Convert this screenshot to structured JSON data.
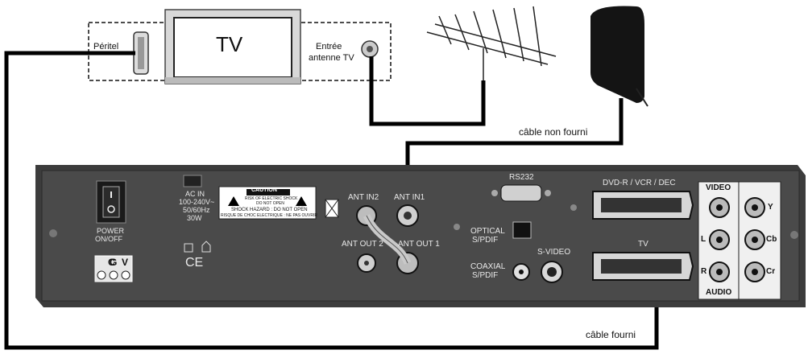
{
  "tv": {
    "label": "TV",
    "peritel": "Péritel",
    "antenna_input_line1": "Entrée",
    "antenna_input_line2": "antenne TV"
  },
  "cables": {
    "not_supplied": "câble non fourni",
    "supplied": "câble fourni"
  },
  "receiver": {
    "power_line1": "POWER",
    "power_line2": "ON/OFF",
    "ac_in_line1": "AC IN",
    "ac_in_line2": "100-240V~",
    "ac_in_line3": "50/60Hz",
    "ac_in_line4": "30W",
    "caution_title": "CAUTION",
    "caution_line1": "RISK OF ELECTRIC SHOCK",
    "caution_line2": "DO NOT OPEN",
    "shock_line1": "SHOCK HAZARD : DO NOT OPEN",
    "shock_line2": "RISQUE DE CHOC ELECTRIQUE : NE PAS OUVRIR",
    "ant_in2": "ANT IN2",
    "ant_in1": "ANT IN1",
    "ant_out2": "ANT OUT 2",
    "ant_out1": "ANT OUT 1",
    "rs232": "RS232",
    "optical_line1": "OPTICAL",
    "optical_line2": "S/PDIF",
    "coaxial_line1": "COAXIAL",
    "coaxial_line2": "S/PDIF",
    "svideo": "S-VIDEO",
    "scart_top": "DVD-R / VCR / DEC",
    "scart_tv": "TV",
    "video": "VIDEO",
    "audio": "AUDIO",
    "l": "L",
    "r": "R",
    "y": "Y",
    "cb": "Cb",
    "cr": "Cr",
    "ce": "CE",
    "brand_letters": [
      "C",
      "G",
      "V"
    ]
  }
}
